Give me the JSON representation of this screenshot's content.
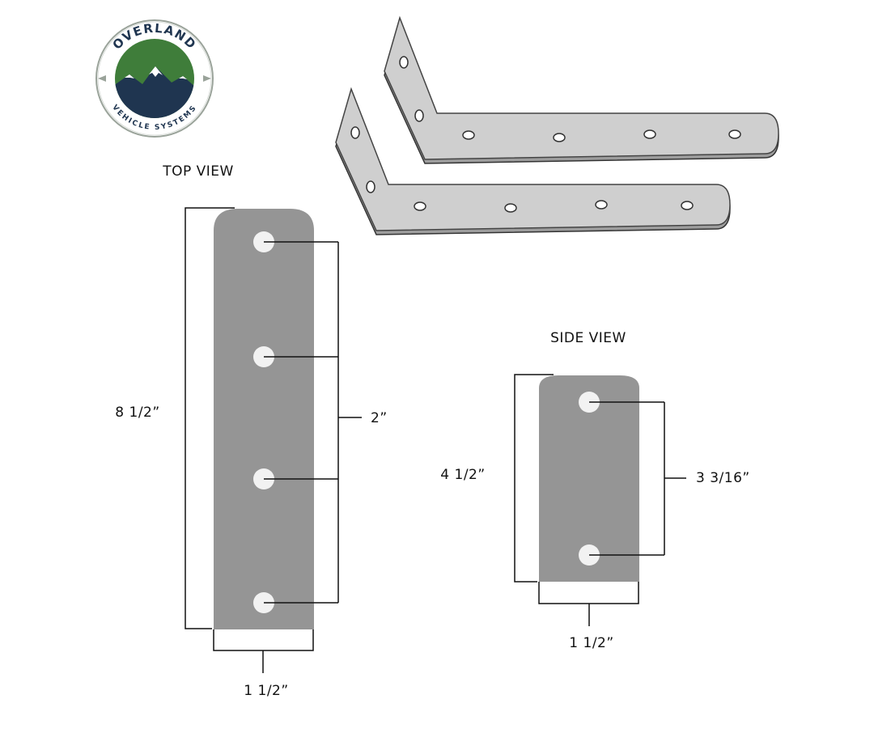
{
  "logo": {
    "top_text": "OVERLAND",
    "bottom_text": "VEHICLE SYSTEMS",
    "colors": {
      "ring": "#ffffff",
      "sky_green": "#3f7d3a",
      "mountain_navy": "#1f3550",
      "snow": "#ffffff",
      "text": "#1f3550"
    }
  },
  "top_view": {
    "title": "TOP VIEW",
    "length_label": "8 1/2”",
    "hole_spacing_label": "2”",
    "width_label": "1 1/2”",
    "hole_count": 4
  },
  "side_view": {
    "title": "SIDE VIEW",
    "length_label": "4 1/2”",
    "hole_spacing_label": "3 3/16”",
    "width_label": "1 1/2”",
    "hole_count": 2
  },
  "colors": {
    "plate": "#959595",
    "hole": "#f2f2f2",
    "bracket_face": "#cfcfcf",
    "bracket_edge": "#555555",
    "dim_line": "#111111"
  }
}
